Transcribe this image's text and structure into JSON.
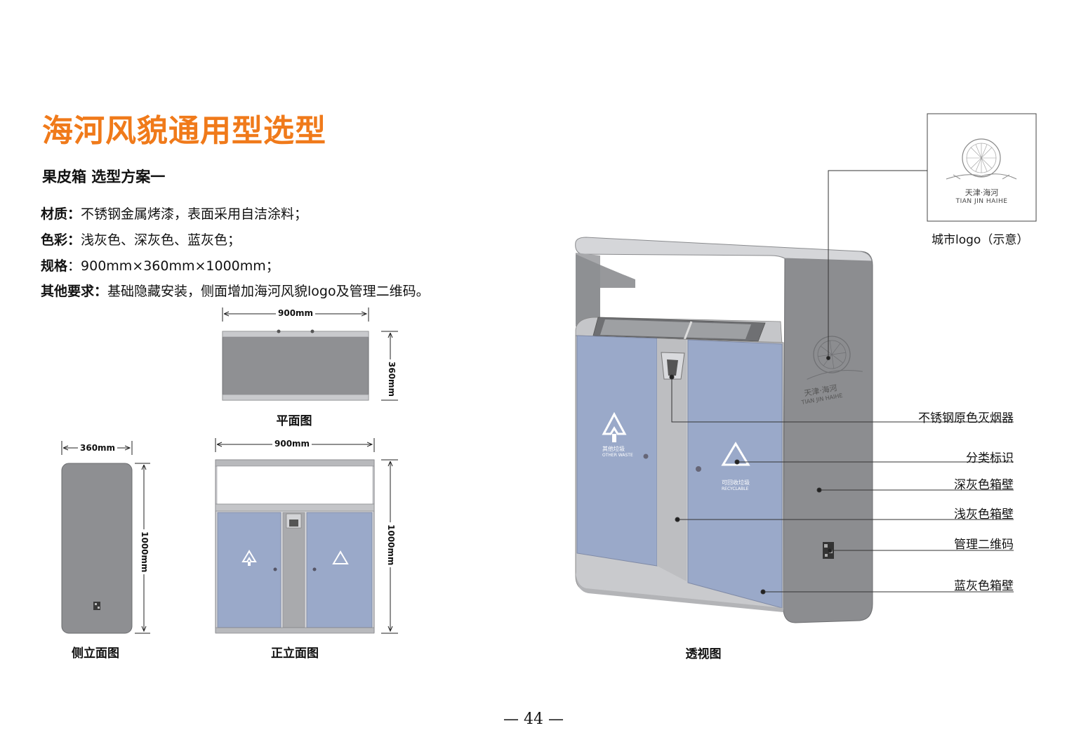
{
  "title": "海河风貌通用型选型",
  "subtitle": "果皮箱  选型方案一",
  "specs": [
    {
      "label": "材质：",
      "value": "不锈钢金属烤漆，表面采用自洁涂料；"
    },
    {
      "label": "色彩：",
      "value": "浅灰色、深灰色、蓝灰色；"
    },
    {
      "label": "规格",
      "value": "：900mm×360mm×1000mm；"
    },
    {
      "label": "其他要求：",
      "value": "基础隐藏安装，侧面增加海河风貌logo及管理二维码。"
    }
  ],
  "drawings": {
    "plan": {
      "caption": "平面图",
      "width": "900mm",
      "depth": "360mm"
    },
    "side": {
      "caption": "侧立面图",
      "width": "360mm",
      "height": "1000mm"
    },
    "front": {
      "caption": "正立面图",
      "width": "900mm",
      "height": "1000mm"
    },
    "perspective": {
      "caption": "透视图"
    }
  },
  "bin_labels": {
    "other_cn": "其他垃圾",
    "other_en": "OTHER WASTE",
    "recyclable_cn": "可回收垃圾",
    "recyclable_en": "RECYCLABLE"
  },
  "logo": {
    "cn": "天津·海河",
    "en": "TIAN JIN HAIHE",
    "caption": "城市logo（示意）"
  },
  "callouts": [
    "不锈钢原色灭烟器",
    "分类标识",
    "深灰色箱壁",
    "浅灰色箱壁",
    "管理二维码",
    "蓝灰色箱壁"
  ],
  "page_number": "— 44 —",
  "colors": {
    "title": "#f07a1a",
    "blue_gray": "#9aa9c9",
    "dark_gray": "#8c8d90",
    "light_gray": "#c6c7ca",
    "steel": "#d9dadd"
  }
}
